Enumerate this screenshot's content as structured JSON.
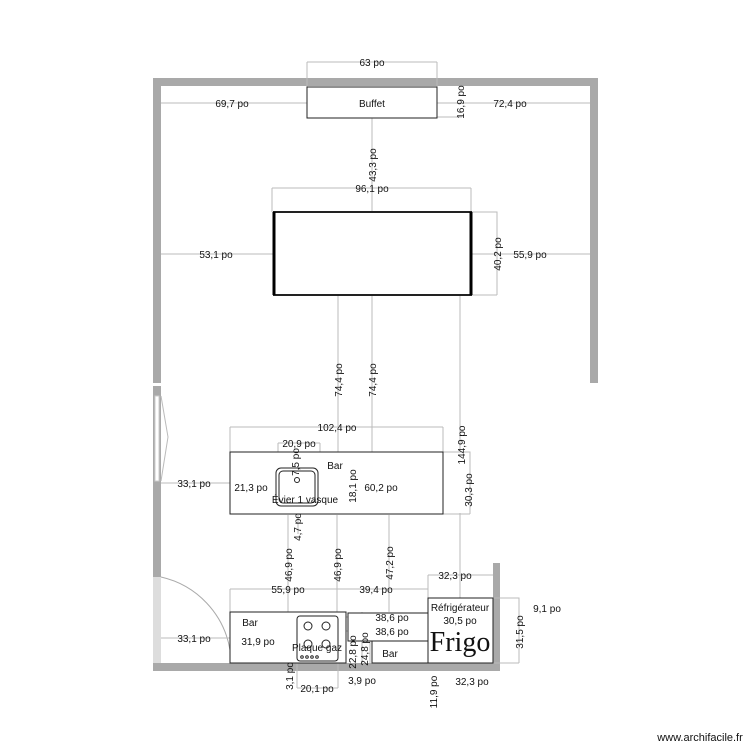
{
  "labels": {
    "buffet_width": "63 po",
    "buffet": "Buffet",
    "buffet_left": "69,7 po",
    "buffet_right": "72,4 po",
    "buffet_depth": "16,9 po",
    "buffet_to_table": "43,3 po",
    "table_width": "96,1 po",
    "table_left": "53,1 po",
    "table_depth": "40,2 po",
    "table_right": "55,9 po",
    "table_to_island_a": "74,4 po",
    "table_to_island_b": "74,4 po",
    "right_long": "144,9 po",
    "island_width": "102,4 po",
    "sink_width": "20,9 po",
    "sink_top": "7,5 po",
    "island_bar": "Bar",
    "island_left": "33,1 po",
    "sink_left": "21,3 po",
    "sink": "Évier 1 vasque",
    "sink_right": "60,2 po",
    "sink_depth": "18,1 po",
    "island_depth": "30,3 po",
    "sink_bottom": "4,7 po",
    "aisle_a": "46,9 po",
    "aisle_b": "46,9 po",
    "aisle_c": "47,2 po",
    "fridge_width_top": "32,3 po",
    "counter_left_width": "55,9 po",
    "counter_mid_width": "39,4 po",
    "mid_a": "38,6 po",
    "mid_b": "38,6 po",
    "counter_left": "33,1 po",
    "hob_left": "31,9 po",
    "counter_bar": "Bar",
    "hob": "Plaque gaz",
    "hob_right": "3,9 po",
    "mid_depth_a": "22,8 po",
    "mid_depth_b": "24,8 po",
    "mid_bar": "Bar",
    "fridge_label": "Réfrigérateur",
    "fridge_dim_a": "30,5 po",
    "fridge_dim_b": "9,1 po",
    "fridge_dim_c": "11,9 po",
    "fridge_big": "Frigo",
    "fridge_width_bottom": "32,3 po",
    "fridge_depth": "31,5 po",
    "hob_bottom": "3,1 po",
    "hob_width": "20,1 po"
  },
  "footer": {
    "watermark": "www.archifacile.fr"
  },
  "colors": {
    "wall": "#a9a9a9",
    "dimension": "#bbbbbb"
  }
}
